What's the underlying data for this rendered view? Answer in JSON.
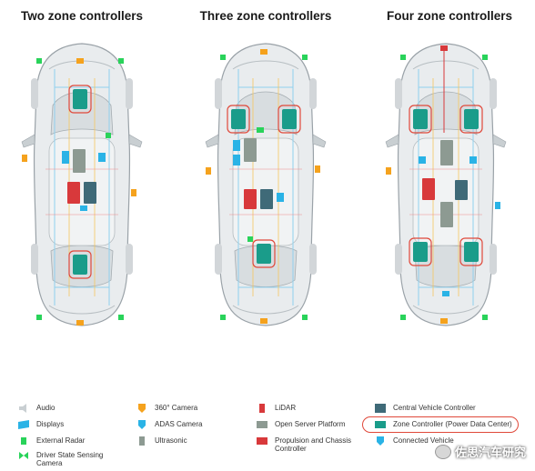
{
  "titles": [
    "Two zone controllers",
    "Three zone controllers",
    "Four zone controllers"
  ],
  "legend": {
    "audio": "Audio",
    "displays": "Displays",
    "external_radar": "External Radar",
    "driver_state": "Driver State Sensing Camera",
    "camera_360": "360° Camera",
    "adas_camera": "ADAS Camera",
    "ultrasonic": "Ultrasonic",
    "lidar": "LiDAR",
    "open_server": "Open Server Platform",
    "propulsion": "Propulsion and Chassis Controller",
    "central_vehicle": "Central Vehicle Controller",
    "zone_controller": "Zone Controller (Power Data Center)",
    "connected_vehicle": "Connected Vehicle"
  },
  "colors": {
    "zone": "#1a9c8a",
    "central": "#3f6a78",
    "propulsion": "#d8393b",
    "open_server": "#8d9a92",
    "adas": "#2ab3e6",
    "camera_360": "#f5a21d",
    "radar": "#29d35a",
    "highlight": "#e0483a"
  },
  "watermark": "佐思汽车研究"
}
